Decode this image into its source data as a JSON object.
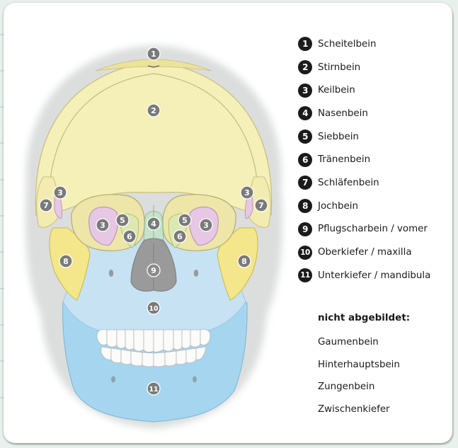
{
  "legend": [
    {
      "number": "1",
      "label": "Scheitelbein"
    },
    {
      "number": "2",
      "label": "Stirnbein"
    },
    {
      "number": "3",
      "label": "Keilbein"
    },
    {
      "number": "4",
      "label": "Nasenbein"
    },
    {
      "number": "5",
      "label": "Siebbein"
    },
    {
      "number": "6",
      "label": "Tränenbein"
    },
    {
      "number": "7",
      "label": "Schläfenbein"
    },
    {
      "number": "8",
      "label": "Jochbein"
    },
    {
      "number": "9",
      "label": "Pflugscharbein / vomer"
    },
    {
      "number": "10",
      "label": "Oberkiefer / maxilla"
    },
    {
      "number": "11",
      "label": "Unterkiefer / mandibula"
    }
  ],
  "not_shown": {
    "title": "nicht abgebildet:",
    "items": [
      "Gaumenbein",
      "Hinterhauptsbein",
      "Zungenbein",
      "Zwischenkiefer"
    ]
  },
  "diagram_markers": [
    "1",
    "2",
    "3",
    "3",
    "3",
    "3",
    "4",
    "5",
    "5",
    "6",
    "6",
    "7",
    "7",
    "8",
    "8",
    "9",
    "10",
    "11"
  ],
  "colors": {
    "background": "#e8f1ec",
    "card": "#ffffff",
    "frontal_parietal": "#f5efb8",
    "sphenoid": "#e6c7e4",
    "nasal": "#c5e2cb",
    "ethmoid_lacrimal": "#dde8b0",
    "temporal": "#f3ecb1",
    "zygomatic": "#f4e68a",
    "vomer": "#9a9a9a",
    "maxilla": "#c6e2f3",
    "mandible": "#a6d5ef",
    "marker": "#7a7a7a"
  }
}
